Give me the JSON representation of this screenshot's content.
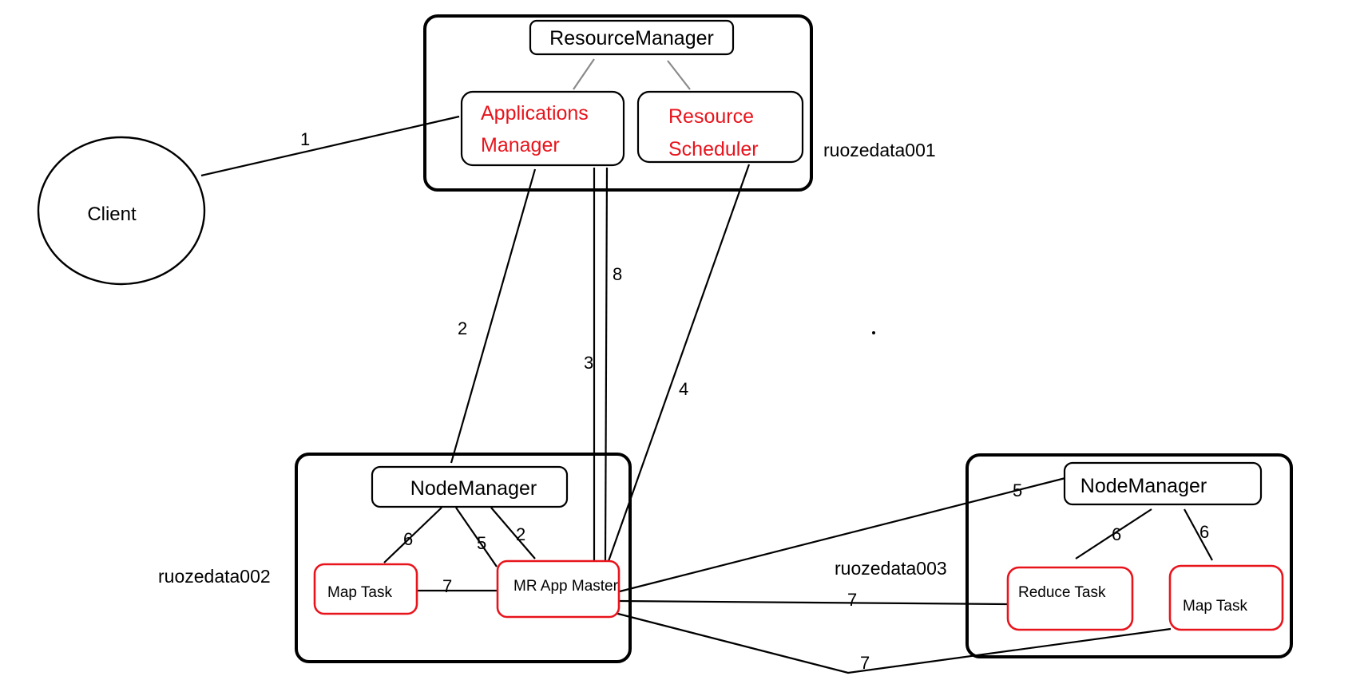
{
  "nodes": {
    "client": "Client",
    "resource_manager": "ResourceManager",
    "applications_manager": [
      "Applications",
      "Manager"
    ],
    "resource_scheduler": [
      "Resource",
      "Scheduler"
    ],
    "node_manager_002": "NodeManager",
    "node_manager_003": "NodeManager",
    "map_task_002": "Map Task",
    "mr_app_master": "MR App Master",
    "reduce_task_003": "Reduce Task",
    "map_task_003": "Map Task"
  },
  "hosts": {
    "ruozedata001": "ruozedata001",
    "ruozedata002": "ruozedata002",
    "ruozedata003": "ruozedata003"
  },
  "edges": {
    "client_to_am": "1",
    "am_to_nm002": "2",
    "am_to_mram": "3",
    "rs_to_mram": "4",
    "mram_to_am": "8",
    "nm002_to_maptask": "6",
    "nm002_to_mram_5": "5",
    "nm002_to_mram_2": "2",
    "maptask_to_mram": "7",
    "mram_to_nm003": "5",
    "nm003_to_reduce": "6",
    "nm003_to_maptask": "6",
    "mram_to_reduce": "7",
    "mram_to_maptask003": "7"
  },
  "colors": {
    "line": "#000000",
    "red_text": "#e8141c",
    "red_border": "#e8141c",
    "gray_line": "#8a8a8a"
  }
}
